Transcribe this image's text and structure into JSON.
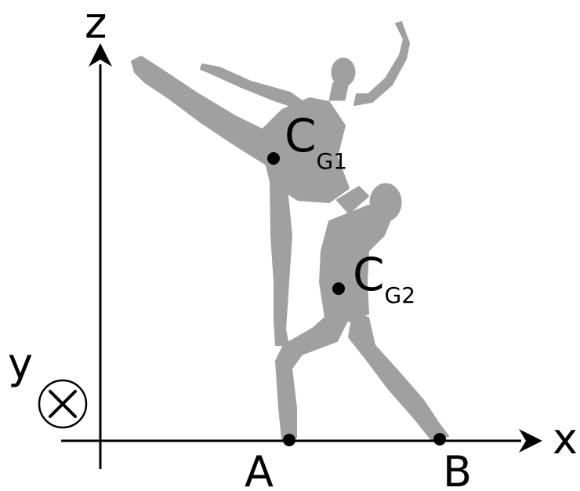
{
  "axes": {
    "x_label": "x",
    "y_label": "y",
    "z_label": "z",
    "y_direction_symbol": "into-page"
  },
  "points": {
    "cg1": {
      "main": "C",
      "sub": "G1"
    },
    "cg2": {
      "main": "C",
      "sub": "G2"
    },
    "a": {
      "label": "A"
    },
    "b": {
      "label": "B"
    }
  },
  "figures": {
    "upper_dancer": "ballerina-silhouette",
    "lower_dancer": "partner-silhouette"
  },
  "colors": {
    "silhouette": "#a0a0a0",
    "ink": "#000000",
    "background": "#ffffff"
  }
}
